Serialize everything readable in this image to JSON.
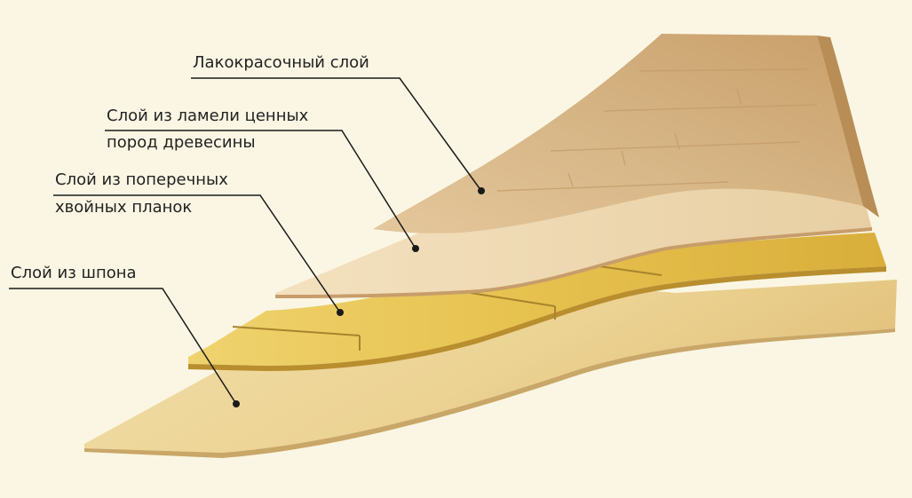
{
  "labels": {
    "top_coat": "Лакокрасочный слой",
    "lamella_line1": "Слой из ламели ценных",
    "lamella_line2": "пород древесины",
    "cross_line1": "Слой из поперечных",
    "cross_line2": "хвойных планок",
    "veneer": "Слой из шпона"
  },
  "colors": {
    "background": "#fbf6e3",
    "top_coat": "#d8b98a",
    "lamella": "#ecd6ae",
    "cross_planks": "#e6c45a",
    "veneer": "#efd9a0",
    "leader": "#1a1a1a"
  }
}
